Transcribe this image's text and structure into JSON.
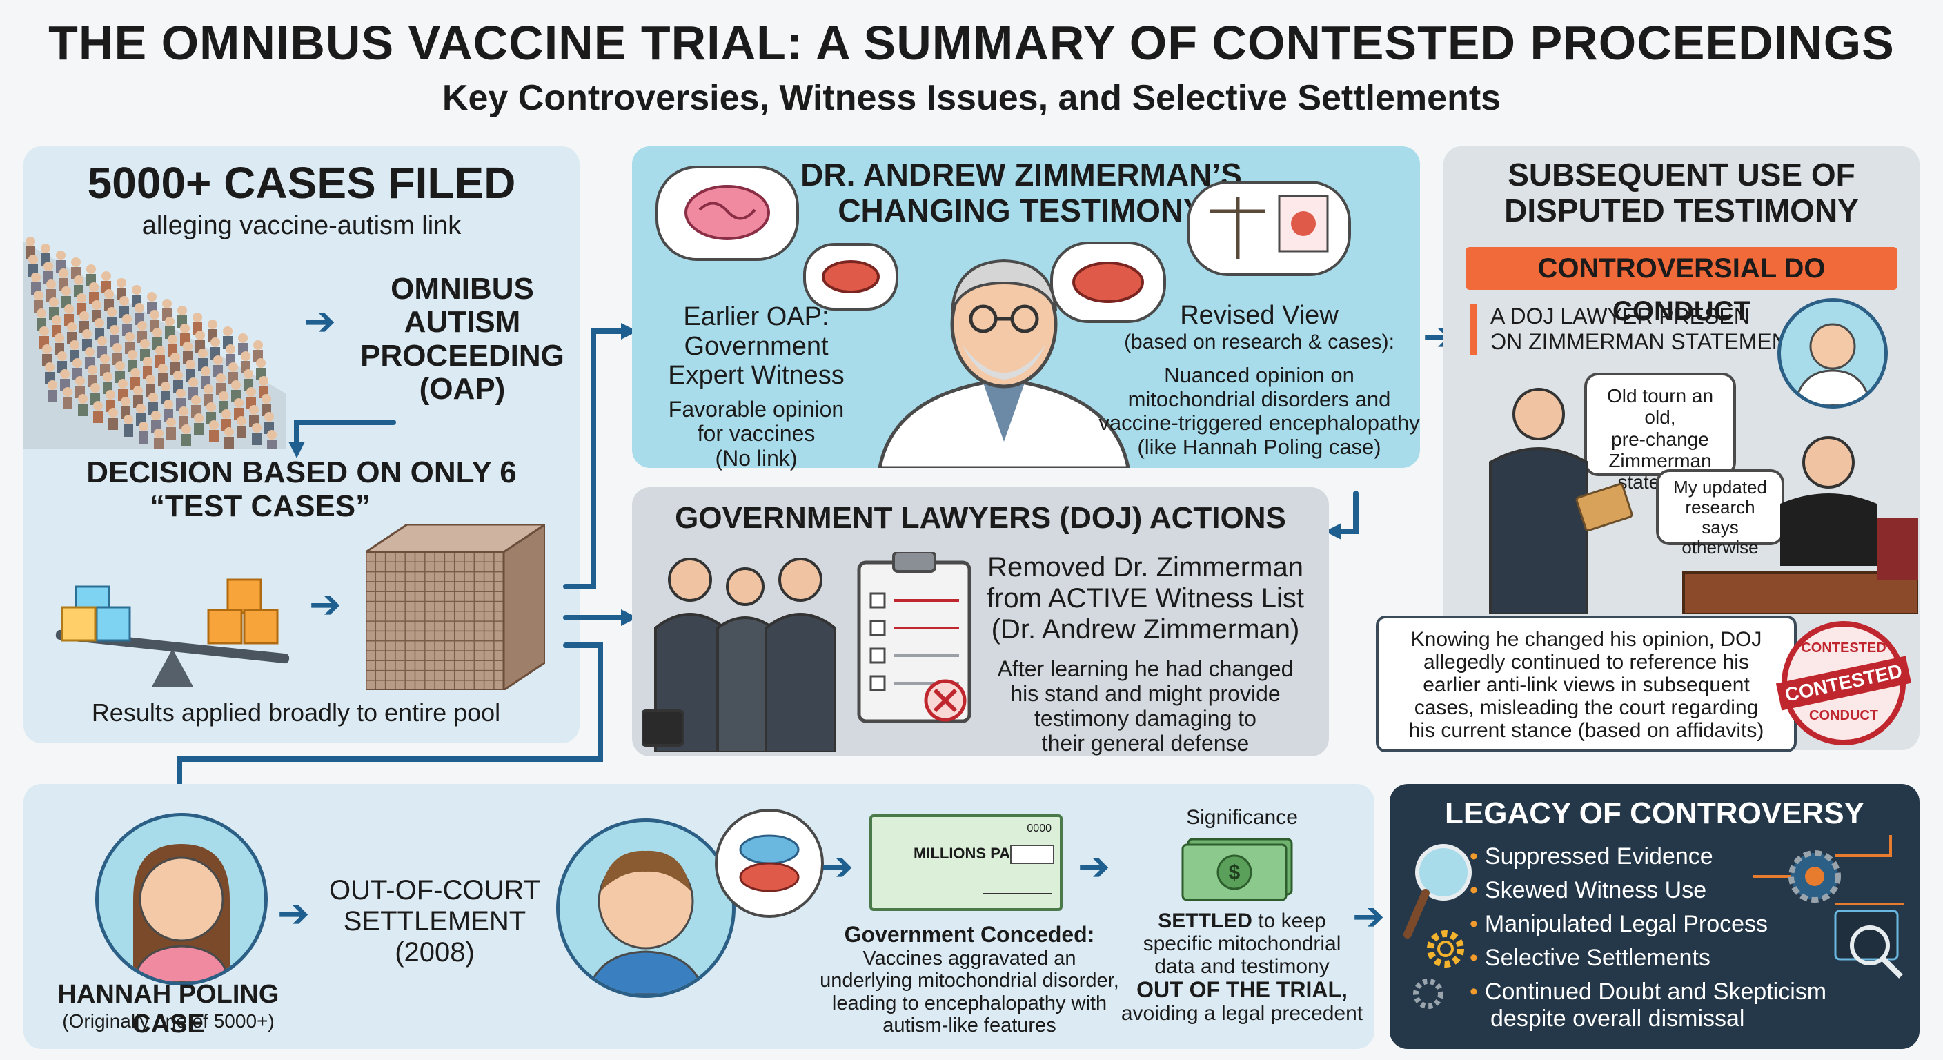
{
  "header": {
    "title": "THE OMNIBUS VACCINE TRIAL: A SUMMARY OF CONTESTED PROCEEDINGS",
    "subtitle": "Key Controversies, Witness Issues, and Selective Settlements"
  },
  "cases": {
    "headline": "5000+ CASES FILED",
    "subline": "alleging vaccine-autism link",
    "oap_lines": [
      "OMNIBUS",
      "AUTISM",
      "PROCEEDING",
      "(OAP)"
    ],
    "decision_line1": "DECISION BASED ON ONLY 6",
    "decision_line2": "“TEST CASES”",
    "results": "Results applied broadly to entire pool"
  },
  "zimmerman": {
    "title_line1": "DR. ANDREW ZIMMERMAN’S",
    "title_line2": "CHANGING TESTIMONY",
    "earlier_title": [
      "Earlier OAP:",
      "Government",
      "Expert Witness"
    ],
    "earlier_text": [
      "Favorable opinion",
      "for vaccines",
      "(No link)"
    ],
    "revised_title": "Revised View",
    "revised_sub": "(based on research & cases):",
    "revised_text": [
      "Nuanced opinion on",
      "mitochondrial disorders and",
      "vaccine-triggered encephalopathy",
      "(like Hannah Poling case)"
    ]
  },
  "doj": {
    "title": "GOVERNMENT LAWYERS (DOJ) ACTIONS",
    "removed": [
      "Removed Dr. Zimmerman",
      "from ACTIVE Witness List",
      "(Dr. Andrew Zimmerman)"
    ],
    "reason": [
      "After learning he had changed",
      "his stand and might provide",
      "testimony damaging to",
      "their general defense"
    ]
  },
  "subsequent": {
    "title_line1": "SUBSEQUENT USE OF",
    "title_line2": "DISPUTED TESTIMONY",
    "badge": "CONTROVERSIAL DO CONDUCT",
    "presen_line1": "A DOJ LAWYER PRESEN",
    "presen_line2": "ƆN ZIMMERMAN STATEMENT",
    "bubble_lawyer": [
      "Old tourn an old,",
      "pre-change",
      "Zimmerman",
      "statement"
    ],
    "bubble_judge": [
      "My updated",
      "research says",
      "otherwise"
    ],
    "note": [
      "Knowing he changed his opinion, DOJ",
      "allegedly continued to reference his",
      "earlier anti-link views in subsequent",
      "cases, misleading the court regarding",
      "his current stance (based on affidavits)"
    ],
    "stamp_main": "CONTESTED",
    "stamp_top": "CONTESTED",
    "stamp_bottom": "CONDUCT"
  },
  "hannah": {
    "case_title": "HANNAH POLING CASE",
    "case_sub": "(Originally one of 5000+)",
    "settlement": [
      "OUT-OF-COURT",
      "SETTLEMENT",
      "(2008)"
    ],
    "check_label": "MILLIONS PAID",
    "check_number": "0000",
    "conceded_title": "Government Conceded:",
    "conceded_text": [
      "Vaccines aggravated an",
      "underlying mitochondrial disorder,",
      "leading to encephalopathy with",
      "autism-like features"
    ],
    "significance": "Significance",
    "settled_word": "SETTLED",
    "settled_rest": " to keep",
    "settled_lines": [
      "specific mitochondrial",
      "data and testimony"
    ],
    "out_of_trial": "OUT OF THE TRIAL,",
    "precedent": "avoiding a legal precedent"
  },
  "legacy": {
    "title": "LEGACY OF CONTROVERSY",
    "items": [
      "Suppressed Evidence",
      "Skewed Witness Use",
      "Manipulated Legal Process",
      "Selective Settlements",
      "Continued Doubt and Skepticism"
    ],
    "last_line": "despite overall dismissal"
  },
  "colors": {
    "panel_blue": "#dcebf3",
    "panel_cyan": "#a9dcea",
    "panel_gray": "#d3d9de",
    "panel_dark": "#25384a",
    "accent_orange": "#f06a3a",
    "arrow_blue": "#1f5f8f",
    "stamp_red": "#c0262d"
  }
}
